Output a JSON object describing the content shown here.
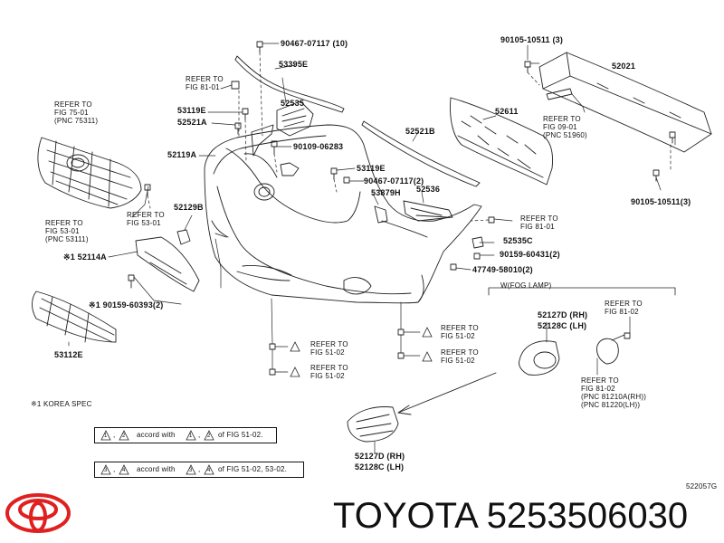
{
  "colors": {
    "line": "#222222",
    "logo": "#e02020",
    "background": "#ffffff"
  },
  "labels": {
    "p90467_top": "90467-07117 (10)",
    "p53395E": "53395E",
    "p90105_top": "90105-10511 (3)",
    "p52021": "52021",
    "refer_81_01_a": [
      "REFER TO",
      "FIG 81-01"
    ],
    "p52535": "52535",
    "refer_75_01": [
      "REFER TO",
      "FIG 75-01",
      "(PNC 75311)"
    ],
    "p53119E_a": "53119E",
    "p52521A": "52521A",
    "p90109": "90109-06283",
    "p52611": "52611",
    "refer_09_01": [
      "REFER TO",
      "FIG 09-01",
      "(PNC 51960)"
    ],
    "p52521B": "52521B",
    "p52119A": "52119A",
    "p53119E_b": "53119E",
    "p90467_mid": "90467-07117(2)",
    "p53879H": "53879H",
    "p52536": "52536",
    "p90105_bot": "90105-10511(3)",
    "refer_53_01_a": [
      "REFER TO",
      "FIG 53-01"
    ],
    "p52129B": "52129B",
    "refer_81_01_b": [
      "REFER TO",
      "FIG 81-01"
    ],
    "refer_53_01_b": [
      "REFER TO",
      "FIG 53-01",
      "(PNC 53111)"
    ],
    "p52535C": "52535C",
    "p90159_a": "90159-60431(2)",
    "p52114A": "※1 52114A",
    "p47749": "47749-58010(2)",
    "fog_header": "W(FOG LAMP)",
    "p90159_b": "※1 90159-60393(2)",
    "p52127D_a": "52127D (RH)",
    "p52128C_a": "52128C (LH)",
    "refer_81_02_a": [
      "REFER TO",
      "FIG 81-02"
    ],
    "refer_51_02_a": [
      "REFER TO",
      "FIG 51-02"
    ],
    "refer_51_02_b": [
      "REFER TO",
      "FIG 51-02"
    ],
    "refer_51_02_c": [
      "REFER TO",
      "FIG 51-02"
    ],
    "refer_51_02_d": [
      "REFER TO",
      "FIG 51-02"
    ],
    "p53112E": "53112E",
    "refer_81_02_b": [
      "REFER TO",
      "FIG 81-02",
      "(PNC 81210A(RH))",
      "(PNC 81220(LH))"
    ],
    "korea_note": "※1 KOREA SPEC",
    "p52127D_b": "52127D (RH)",
    "p52128C_b": "52128C (LH)",
    "diagram_code": "522057G",
    "tri_1": "1",
    "tri_2": "2",
    "tri_3": "3",
    "tri_4": "4"
  },
  "legend": [
    {
      "mid": "accord with",
      "tail": "of FIG 51-02."
    },
    {
      "mid": "accord with",
      "tail": "of FIG 51-02, 53-02."
    }
  ],
  "footer": {
    "brand": "TOYOTA",
    "part_number": "5253506030"
  }
}
